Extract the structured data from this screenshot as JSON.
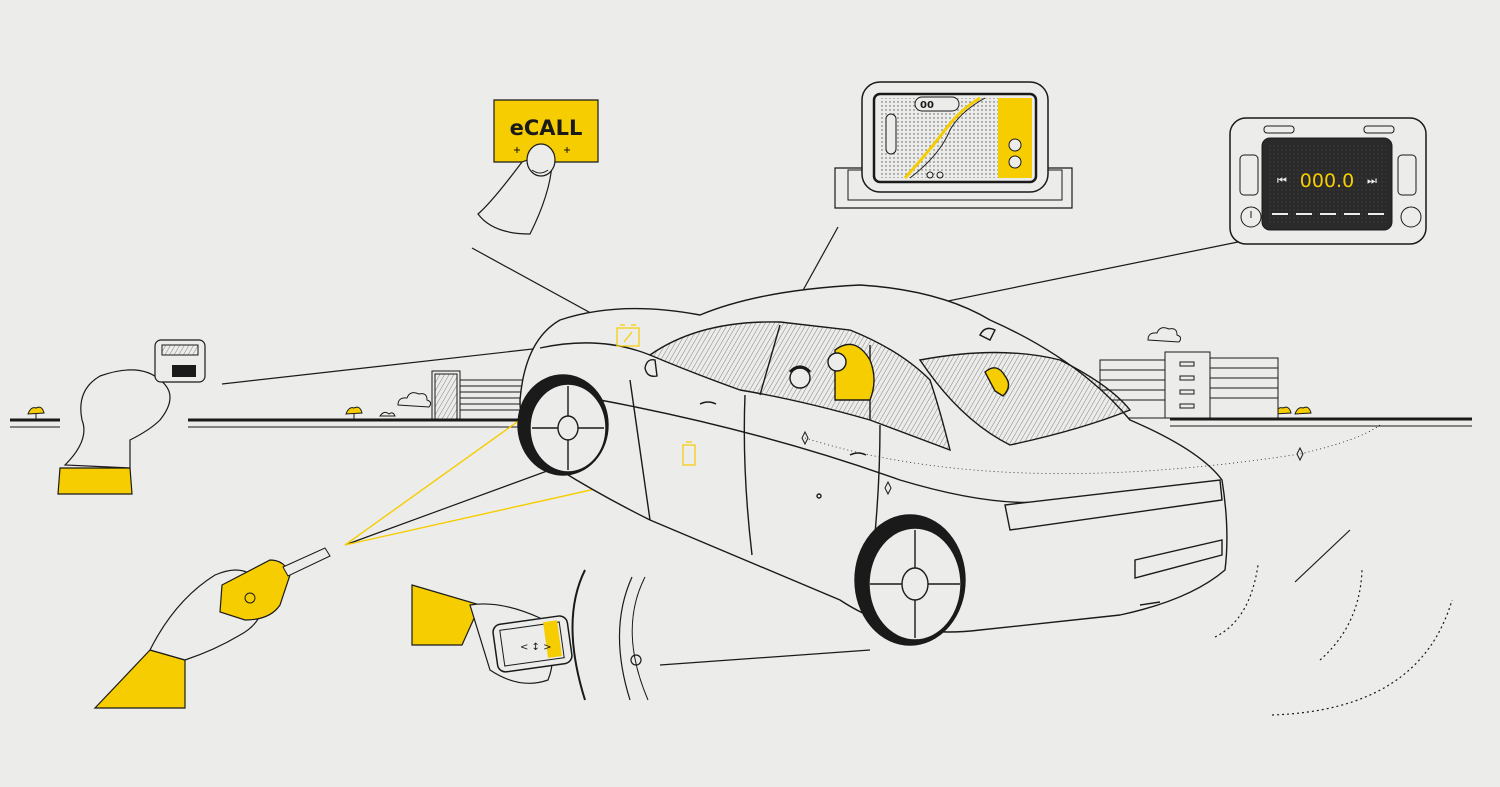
{
  "colors": {
    "background": "#ececea",
    "line": "#1a1a1a",
    "accent": "#f6cd00",
    "screen": "#2a2a2a"
  },
  "ecall": {
    "label": "eCALL"
  },
  "radio": {
    "frequency": "000.0",
    "prev_icon": "prev-track-icon",
    "next_icon": "next-track-icon"
  },
  "navigation": {
    "badge": "00"
  },
  "icons": [
    "obd-connector-icon",
    "battery-icon",
    "car-key-icon",
    "smartphone-icon",
    "power-icon",
    "bluetooth-icon",
    "mute-icon"
  ]
}
